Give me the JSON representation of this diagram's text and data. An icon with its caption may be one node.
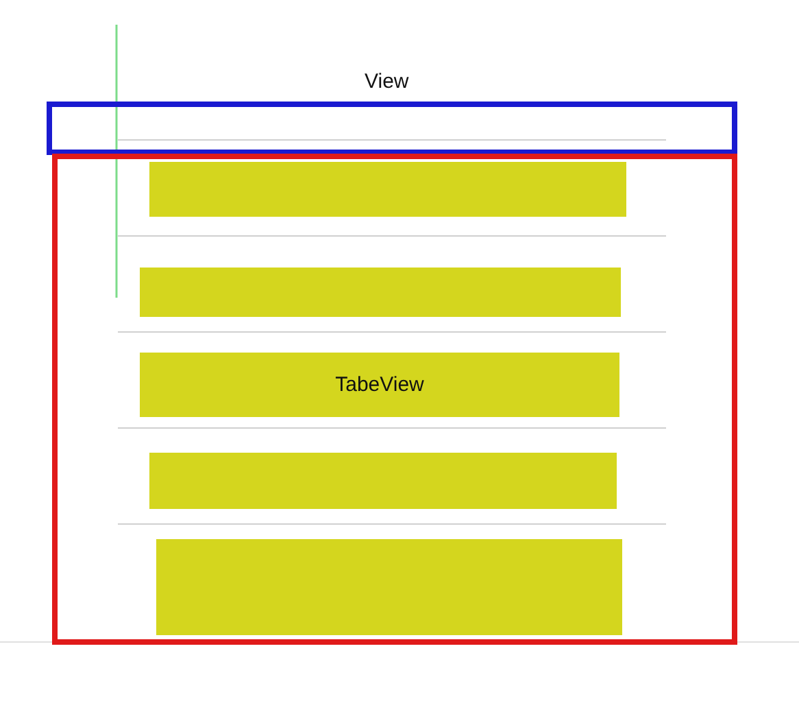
{
  "diagram": {
    "nodes": [
      {
        "text": [],
        "shape": "box",
        "beside": [
          "View"
        ]
      },
      {
        "text": [],
        "shape": "box"
      },
      {
        "text": [],
        "shape": "bar",
        "in": 1
      },
      {
        "text": [],
        "shape": "bar",
        "in": 1
      },
      {
        "text": [
          "TabeView"
        ],
        "in": 1
      },
      {
        "text": [],
        "shape": "bar",
        "in": 1
      },
      {
        "text": [],
        "shape": "bar",
        "in": 1
      }
    ]
  }
}
